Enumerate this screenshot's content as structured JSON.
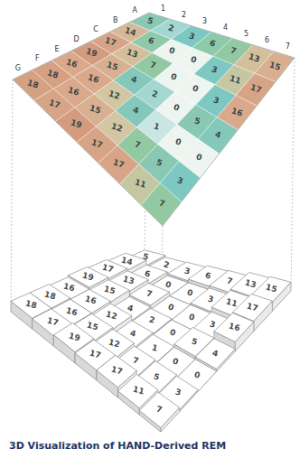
{
  "diagram": {
    "caption": "3D Visualization of HAND-Derived REM",
    "labels": [
      "A",
      "B",
      "C",
      "D",
      "E",
      "F",
      "G",
      "1",
      "2",
      "3",
      "4",
      "5",
      "6",
      "7",
      "5",
      "2",
      "3",
      "6",
      "7",
      "13",
      "15",
      "14",
      "6",
      "0",
      "0",
      "3",
      "11",
      "17",
      "17",
      "13",
      "7",
      "0",
      "0",
      "3",
      "16",
      "19",
      "15",
      "4",
      "2",
      "0",
      "5",
      "4",
      "16",
      "16",
      "12",
      "4",
      "1",
      "0",
      "0",
      "18",
      "16",
      "15",
      "12",
      "7",
      "5",
      "3",
      "18",
      "17",
      "19",
      "17",
      "17",
      "11",
      "7",
      "5",
      "2",
      "3",
      "6",
      "7",
      "13",
      "15",
      "14",
      "6",
      "0",
      "0",
      "3",
      "11",
      "17",
      "17",
      "13",
      "7",
      "0",
      "0",
      "3",
      "16",
      "19",
      "15",
      "4",
      "2",
      "0",
      "5",
      "4",
      "16",
      "16",
      "12",
      "4",
      "1",
      "0",
      "0",
      "18",
      "16",
      "15",
      "12",
      "7",
      "5",
      "3",
      "18",
      "17",
      "19",
      "17",
      "17",
      "11",
      "7"
    ]
  }
}
